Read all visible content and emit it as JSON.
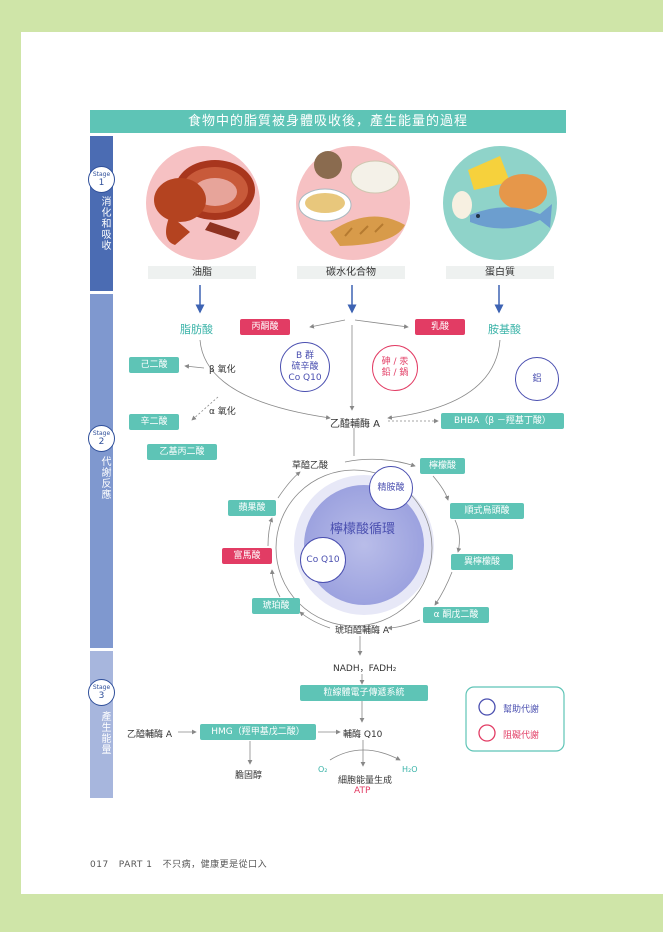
{
  "title": "食物中的脂質被身體吸收後，產生能量的過程",
  "stages": [
    {
      "label": "Stage",
      "num": "1",
      "name": "消化和吸收"
    },
    {
      "label": "Stage",
      "num": "2",
      "name": "代謝反應"
    },
    {
      "label": "Stage",
      "num": "3",
      "name": "產生能量"
    }
  ],
  "foods": [
    "油脂",
    "碳水化合物",
    "蛋白質"
  ],
  "metabolites": {
    "fatty_acid": "脂肪酸",
    "amino_acid": "胺基酸",
    "pyruvate": "丙酮酸",
    "lactate": "乳酸",
    "adipic": "己二酸",
    "suberic": "辛二酸",
    "ethylmalonic": "乙基丙二酸",
    "beta_ox": "β 氧化",
    "alpha_ox": "α 氧化",
    "acetyl_coa": "乙醯輔酶 A",
    "bhba": "BHBA（β －羥基丁酸）",
    "b_group": "B 群\n硫辛酸\nCo Q10",
    "inhibitors": "砷 / 汞\n鉛 / 鍋",
    "aluminum": "鋁"
  },
  "cycle": {
    "name": "檸檬酸循環",
    "oxaloacetate": "草醯乙酸",
    "citrate": "檸檬酸",
    "cis_aconitate": "順式烏頭酸",
    "isocitrate": "異檸檬酸",
    "akg": "α 酮戊二酸",
    "succinyl_coa": "琥珀醯輔酶 A",
    "succinate": "琥珀酸",
    "fumarate": "富馬酸",
    "malate": "蘋果酸",
    "arginine": "精胺酸",
    "coq10": "Co Q10"
  },
  "stage3": {
    "nadh": "NADH，FADH₂",
    "etc": "粒線體電子傳遞系統",
    "acetyl_coa": "乙醯輔酶 A",
    "hmg": "HMG（羥甲基戊二酸）",
    "coq10": "輔酶 Q10",
    "cholesterol": "膽固醇",
    "o2": "O₂",
    "h2o": "H₂O",
    "energy": "細胞能量生成",
    "atp": "ATP"
  },
  "legend": {
    "help": "幫助代謝",
    "block": "阻礙代謝",
    "help_color": "#4a4fb0",
    "block_color": "#e23c64"
  },
  "footer": {
    "page": "017",
    "part": "PART 1",
    "section": "不只病，健康更是從口入"
  }
}
